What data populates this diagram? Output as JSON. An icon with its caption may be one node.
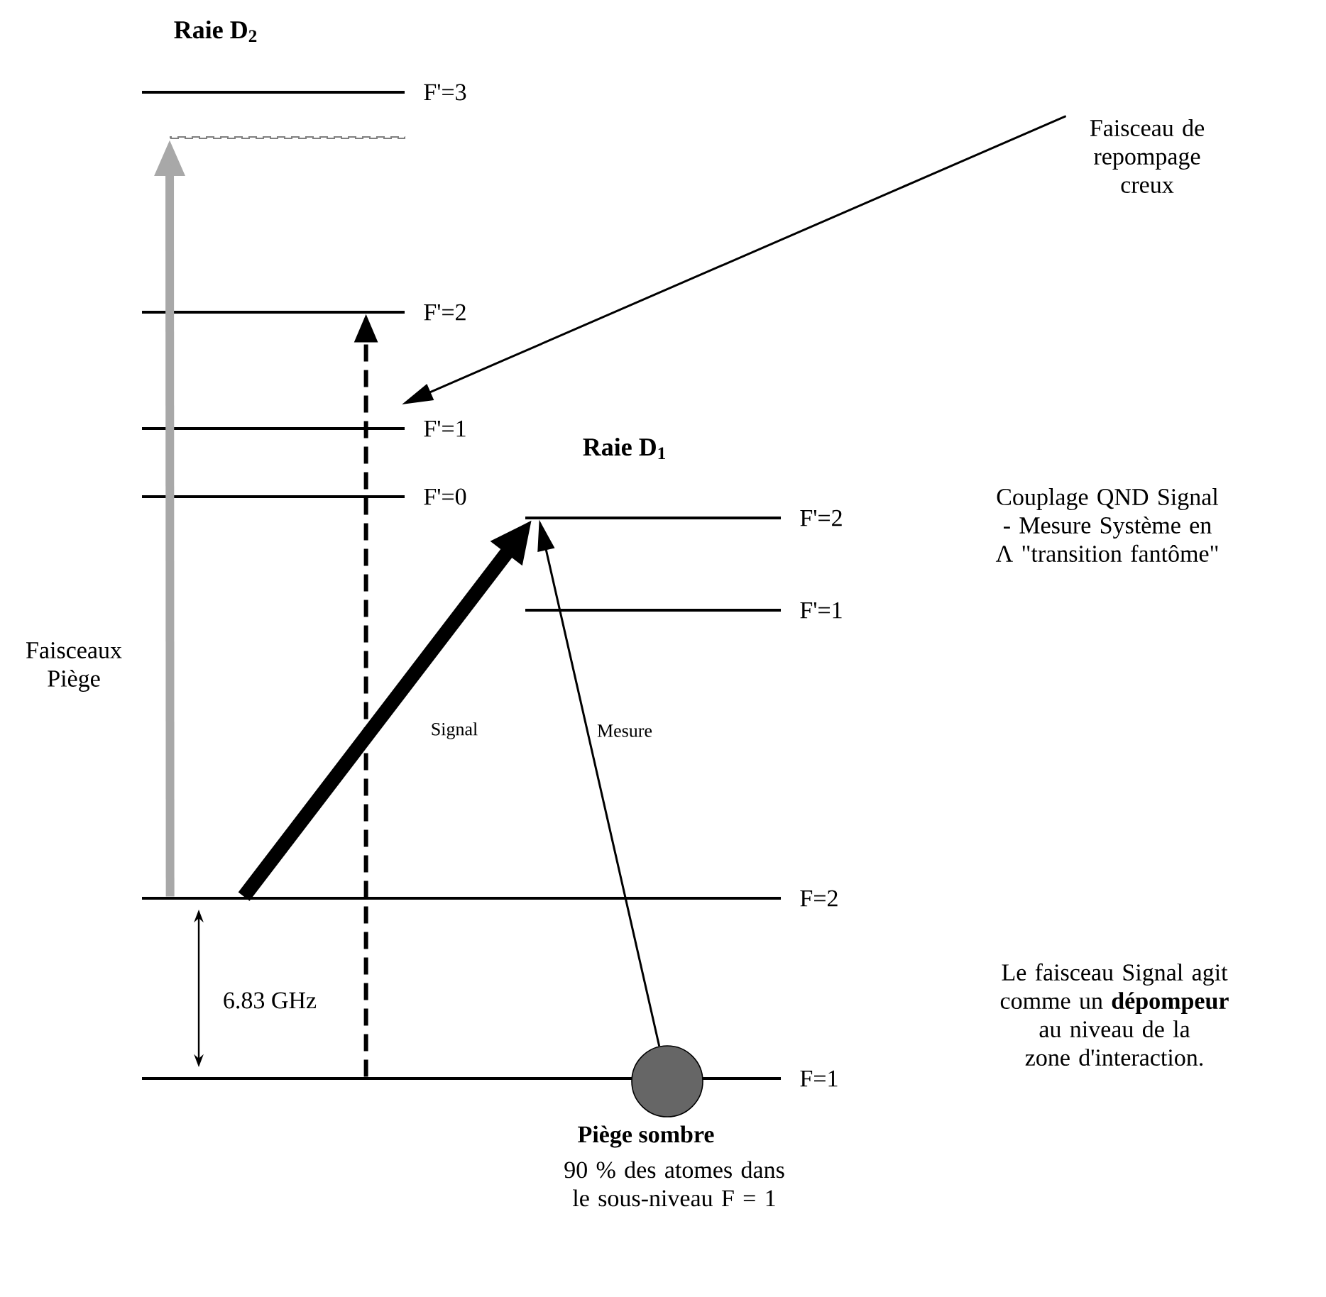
{
  "diagram": {
    "nodes": [
      {
        "text": [],
        "shape": "bar",
        "beside": [
          "F'=3"
        ]
      },
      {
        "text": [],
        "shape": "bar"
      },
      {
        "text": [],
        "shape": "bar",
        "beside": [
          "F'=2"
        ]
      },
      {
        "text": [],
        "shape": "bar",
        "beside": [
          "F'=1"
        ]
      },
      {
        "text": [],
        "shape": "bar",
        "beside": [
          "F'=0"
        ]
      },
      {
        "text": [],
        "shape": "bar",
        "beside": [
          "F'=2"
        ]
      },
      {
        "text": [],
        "shape": "bar",
        "beside": [
          "F'=1"
        ]
      },
      {
        "text": [],
        "shape": "bar",
        "beside": [
          "F=2"
        ]
      },
      {
        "text": [],
        "shape": "bar",
        "beside": [
          "F=1"
        ]
      },
      {
        "text": [],
        "shape": "circle",
        "beside": [
          "Piège sombre",
          "90 % des atomes dans le sous-niveau F = 1"
        ]
      },
      {
        "text": [
          "Faisceau de repompage creux"
        ]
      }
    ],
    "edges": [
      {
        "from": 7,
        "to": 1,
        "arrow": "to",
        "style": "thick",
        "color": "#a8a8a8"
      },
      {
        "from": 8,
        "to": 2,
        "arrow": "to",
        "style": "dashed"
      },
      {
        "from": 7,
        "to": 5,
        "arrow": "to",
        "style": "thick",
        "label": "Signal"
      },
      {
        "from": 9,
        "to": 5,
        "arrow": "to",
        "label": "Mesure"
      },
      {
        "from": 10,
        "to": null,
        "arrow": "to"
      }
    ],
    "labels": [
      "Raie D$_{2}$",
      "Raie D$_{1}$",
      "Faisceaux Piège",
      "Couplage QND Signal - Mesure Système en Λ \"transition fantôme\"",
      "Le faisceau Signal agit comme un **dépompeur** au niveau de la zone d'interaction.",
      "6.83 GHz"
    ]
  }
}
